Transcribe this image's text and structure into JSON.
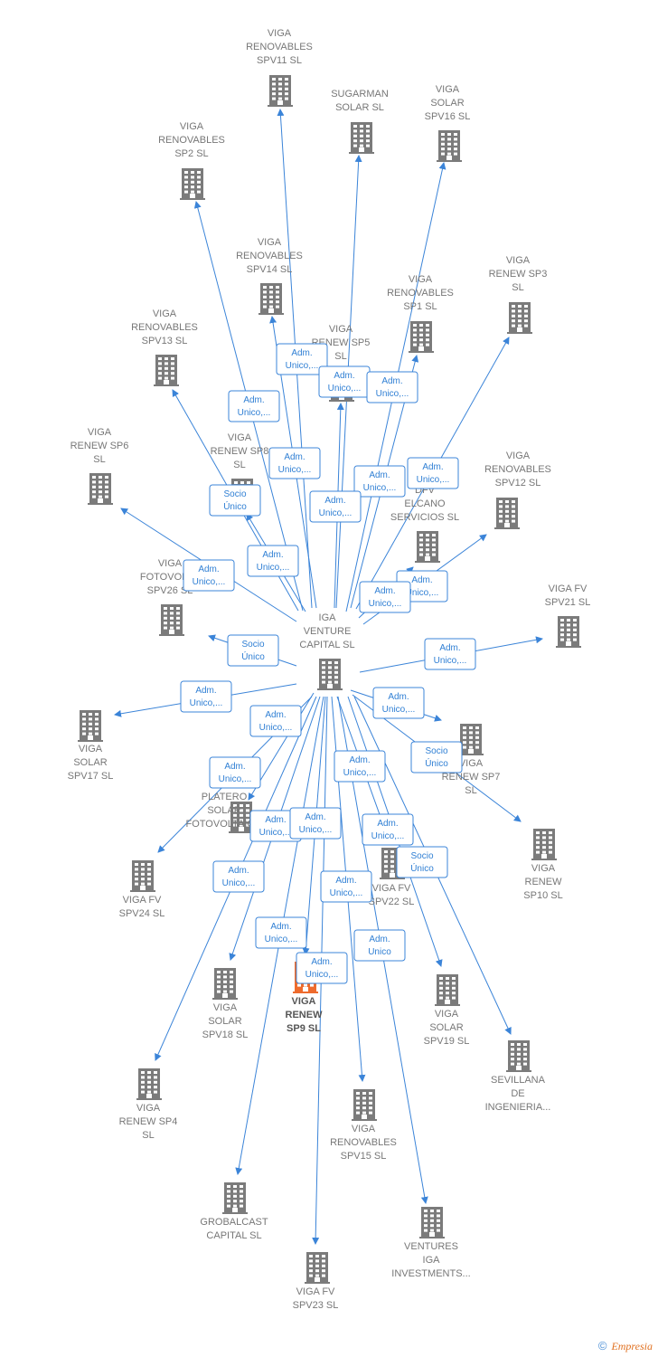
{
  "colors": {
    "edge": "#3b84d8",
    "node": "#7b7b7b",
    "highlight": "#ee6b2d",
    "label_border": "#3b84d8"
  },
  "center": {
    "id": "c",
    "lines": [
      "IGA",
      "VENTURE",
      "CAPITAL  SL"
    ]
  },
  "nodes": [
    {
      "id": "n1",
      "lines": [
        "VIGA",
        "RENOVABLES",
        "SPV11  SL"
      ]
    },
    {
      "id": "n2",
      "lines": [
        "SUGARMAN",
        "SOLAR  SL"
      ]
    },
    {
      "id": "n3",
      "lines": [
        "VIGA",
        "SOLAR",
        "SPV16  SL"
      ]
    },
    {
      "id": "n4",
      "lines": [
        "VIGA",
        "RENOVABLES",
        "SP2  SL"
      ]
    },
    {
      "id": "n5",
      "lines": [
        "VIGA",
        "RENOVABLES",
        "SPV14  SL"
      ]
    },
    {
      "id": "n6",
      "lines": [
        "VIGA",
        "RENOVABLES",
        "SP1  SL"
      ]
    },
    {
      "id": "n7",
      "lines": [
        "VIGA",
        "RENEW SP3",
        "SL"
      ]
    },
    {
      "id": "n8",
      "lines": [
        "VIGA",
        "RENEW SP5",
        "SL"
      ]
    },
    {
      "id": "n9",
      "lines": [
        "VIGA",
        "RENOVABLES",
        "SPV13  SL"
      ]
    },
    {
      "id": "n10",
      "lines": [
        "VIGA",
        "RENEW SP6",
        "SL"
      ]
    },
    {
      "id": "n11",
      "lines": [
        "VIGA",
        "RENEW SP8",
        "SL"
      ]
    },
    {
      "id": "n12",
      "lines": [
        "VIGA",
        "RENOVABLES",
        "SPV12  SL"
      ]
    },
    {
      "id": "n13",
      "lines": [
        "DFV",
        "ELCANO",
        "SERVICIOS  SL"
      ]
    },
    {
      "id": "n14",
      "lines": [
        "VIGA",
        "FOTOVOLT...",
        "SPV26  SL"
      ]
    },
    {
      "id": "n15",
      "lines": [
        "VIGA FV",
        "SPV21  SL"
      ]
    },
    {
      "id": "n16",
      "lines": [
        "VIGA",
        "SOLAR",
        "SPV17  SL"
      ]
    },
    {
      "id": "n17",
      "lines": [
        "VIGA",
        "RENEW SP7",
        "SL"
      ]
    },
    {
      "id": "n18",
      "lines": [
        "PLATERO",
        "SOLAR",
        "FOTOVOLTAIC..."
      ]
    },
    {
      "id": "n19",
      "lines": [
        "VIGA",
        "RENEW",
        "SP10  SL"
      ]
    },
    {
      "id": "n20",
      "lines": [
        "VIGA FV",
        "SPV24  SL"
      ]
    },
    {
      "id": "n21",
      "lines": [
        "VIGA FV",
        "SPV22  SL"
      ]
    },
    {
      "id": "n22",
      "lines": [
        "VIGA",
        "SOLAR",
        "SPV18  SL"
      ]
    },
    {
      "id": "n23",
      "lines": [
        "VIGA",
        "RENEW",
        "SP9  SL"
      ],
      "highlight": true
    },
    {
      "id": "n24",
      "lines": [
        "VIGA",
        "SOLAR",
        "SPV19  SL"
      ]
    },
    {
      "id": "n25",
      "lines": [
        "SEVILLANA",
        "DE",
        "INGENIERIA..."
      ]
    },
    {
      "id": "n26",
      "lines": [
        "VIGA",
        "RENEW SP4",
        "SL"
      ]
    },
    {
      "id": "n27",
      "lines": [
        "VIGA",
        "RENOVABLES",
        "SPV15  SL"
      ]
    },
    {
      "id": "n28",
      "lines": [
        "GROBALCAST",
        "CAPITAL  SL"
      ]
    },
    {
      "id": "n29",
      "lines": [
        "VENTURES",
        "IGA",
        "INVESTMENTS..."
      ]
    },
    {
      "id": "n30",
      "lines": [
        "VIGA FV",
        "SPV23  SL"
      ]
    }
  ],
  "edges": [
    {
      "to": "n1",
      "label": [
        "Adm.",
        "Unico,..."
      ]
    },
    {
      "to": "n2",
      "label": [
        "Adm.",
        "Unico,..."
      ]
    },
    {
      "to": "n3",
      "label": [
        "Adm.",
        "Unico,..."
      ]
    },
    {
      "to": "n4",
      "label": [
        "Adm.",
        "Unico,..."
      ]
    },
    {
      "to": "n5",
      "label": [
        "Adm.",
        "Unico,..."
      ]
    },
    {
      "to": "n6",
      "label": [
        "Adm.",
        "Unico,..."
      ]
    },
    {
      "to": "n7",
      "label": [
        "Adm.",
        "Unico,..."
      ]
    },
    {
      "to": "n8",
      "label": [
        "Adm.",
        "Unico,..."
      ]
    },
    {
      "to": "n9",
      "label": [
        "Socio",
        "Único"
      ]
    },
    {
      "to": "n10",
      "label": [
        "Adm.",
        "Unico,..."
      ]
    },
    {
      "to": "n11",
      "label": [
        "Adm.",
        "Unico,..."
      ]
    },
    {
      "to": "n12",
      "label": [
        "Adm.",
        "Unico,..."
      ]
    },
    {
      "to": "n13",
      "label": [
        "Adm.",
        "Unico,..."
      ]
    },
    {
      "to": "n14",
      "label": [
        "Socio",
        "Único"
      ]
    },
    {
      "to": "n15",
      "label": [
        "Adm.",
        "Unico,..."
      ]
    },
    {
      "to": "n16",
      "label": [
        "Adm.",
        "Unico,..."
      ]
    },
    {
      "to": "n17",
      "label": [
        "Adm.",
        "Unico,..."
      ]
    },
    {
      "to": "n18",
      "label": [
        "Adm.",
        "Unico,..."
      ]
    },
    {
      "to": "n19",
      "label": [
        "Socio",
        "Único"
      ]
    },
    {
      "to": "n20",
      "label": [
        "Adm.",
        "Unico,..."
      ]
    },
    {
      "to": "n21",
      "label": [
        "Adm.",
        "Unico,..."
      ]
    },
    {
      "to": "n22",
      "label": [
        "Adm.",
        "Unico,..."
      ]
    },
    {
      "to": "n23",
      "label": [
        "Adm.",
        "Unico,..."
      ]
    },
    {
      "to": "n24",
      "label": [
        "Socio",
        "Único"
      ]
    },
    {
      "to": "n25",
      "label": [
        "Adm.",
        "Unico,..."
      ]
    },
    {
      "to": "n26",
      "label": [
        "Adm.",
        "Unico,..."
      ]
    },
    {
      "to": "n27",
      "label": [
        "Adm.",
        "Unico,..."
      ]
    },
    {
      "to": "n28",
      "label": [
        "Adm.",
        "Unico,..."
      ]
    },
    {
      "to": "n29",
      "label": [
        "Adm.",
        "Unico"
      ]
    },
    {
      "to": "n30",
      "label": [
        "Adm.",
        "Unico,..."
      ]
    }
  ],
  "footer": {
    "copyright": "©",
    "brand": "Empresia"
  }
}
